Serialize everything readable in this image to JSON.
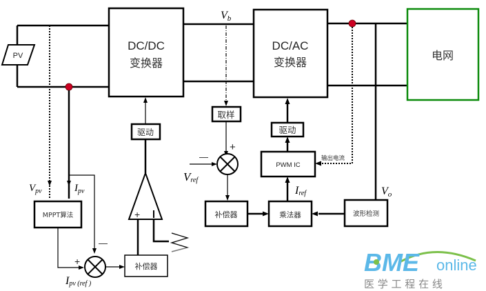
{
  "blocks": {
    "pv": "PV",
    "dcdc_line1": "DC/DC",
    "dcdc_line2": "变换器",
    "dcac_line1": "DC/AC",
    "dcac_line2": "变换器",
    "grid": "电网",
    "drive_left": "驱动",
    "drive_right": "驱动",
    "sampling": "取样",
    "pwm_ic": "PWM IC",
    "compensator_mid": "补偿器",
    "multiplier": "乘法器",
    "waveform_detect": "波形检测",
    "mppt": "MPPT算法",
    "compensator_left": "补偿器"
  },
  "signals": {
    "vb": "V",
    "vb_sub": "b",
    "vpv": "V",
    "vpv_sub": "pv",
    "ipv": "I",
    "ipv_sub": "pv",
    "vref": "V",
    "vref_sub": "ref",
    "iref": "I",
    "iref_sub": "ref",
    "vo": "V",
    "vo_sub": "o",
    "ipv_ref": "I",
    "ipv_ref_sub": "pv (ref )",
    "output_current": "输出电流",
    "plus": "+",
    "minus": "—"
  },
  "colors": {
    "grid_border": "#0a8a0a",
    "sense_node": "#cc0022",
    "logo_blue": "#5bb8e8",
    "logo_green": "#7cc04a",
    "logo_gray": "#888888"
  },
  "logo": {
    "brand": "BME",
    "suffix": "online",
    "tagline": "医 学 工 程 在 线"
  }
}
